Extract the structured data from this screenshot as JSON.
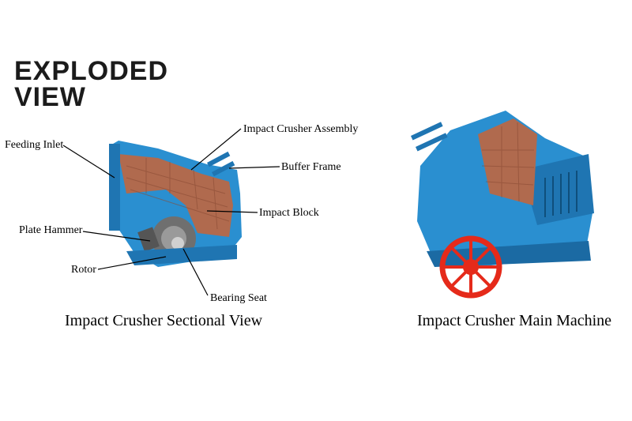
{
  "heading": {
    "line1": "EXPLODED",
    "line2": "VIEW"
  },
  "sectional": {
    "caption": "Impact Crusher Sectional View",
    "labels": {
      "feeding_inlet": "Feeding Inlet",
      "assembly": "Impact Crusher Assembly",
      "buffer_frame": "Buffer Frame",
      "impact_block": "Impact Block",
      "plate_hammer": "Plate Hammer",
      "rotor": "Rotor",
      "bearing_seat": "Bearing Seat"
    }
  },
  "main_machine": {
    "caption": "Impact Crusher Main Machine"
  },
  "colors": {
    "body_blue": "#2a8fd0",
    "liner_brown": "#b06a4e",
    "flywheel_red": "#e52a1a",
    "rotor_gray": "#6f6f6f"
  }
}
